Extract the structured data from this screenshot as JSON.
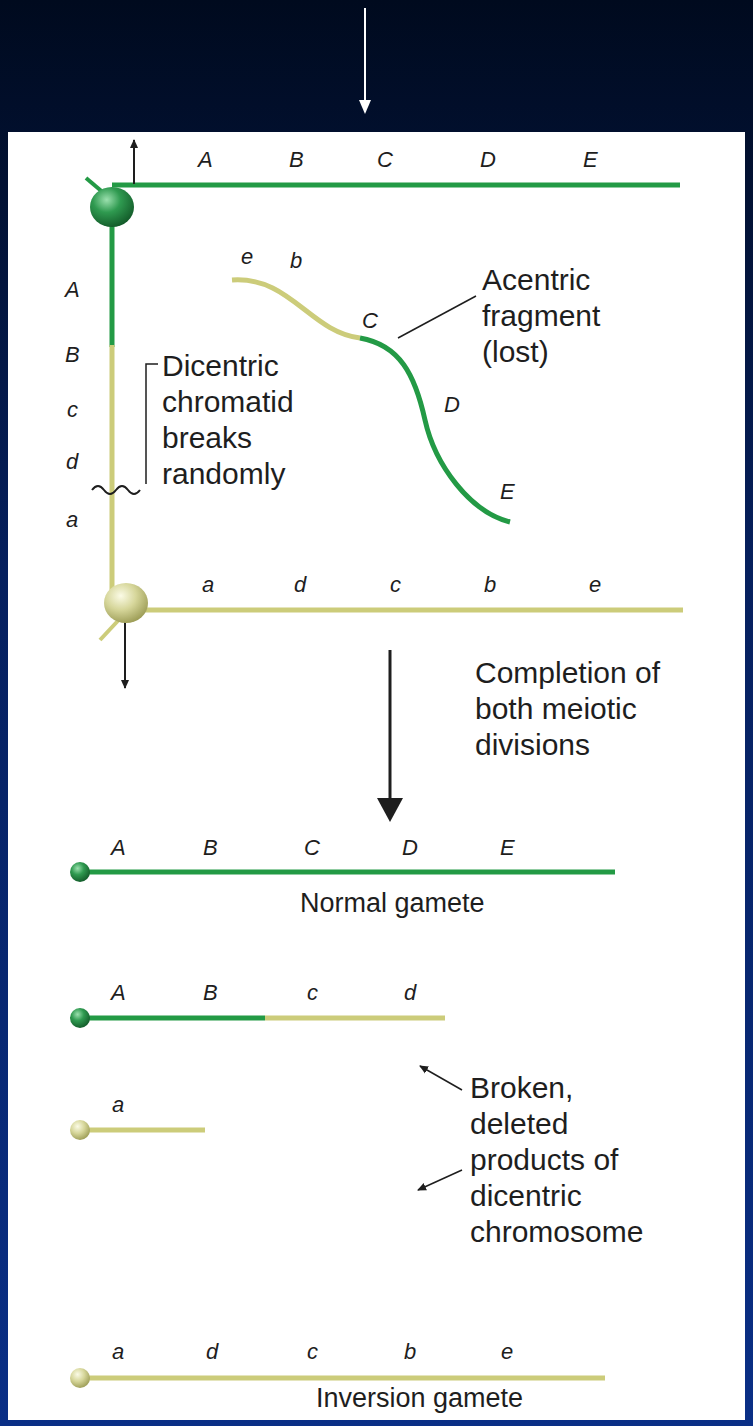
{
  "diagram": {
    "labels": [
      "A",
      "B",
      "C",
      "D",
      "E",
      "e",
      "b",
      "C",
      "D",
      "E",
      "Acentric fragment (lost)",
      "A",
      "B",
      "c",
      "d",
      "a",
      "Dicentric chromatid breaks randomly",
      "a",
      "d",
      "c",
      "b",
      "e",
      "Completion of both meiotic divisions",
      "A",
      "B",
      "C",
      "D",
      "E",
      "Normal gamete",
      "A",
      "B",
      "c",
      "d",
      "Broken, deleted products of dicentric chromosome",
      "a",
      "a",
      "d",
      "c",
      "b",
      "e",
      "Inversion gamete"
    ]
  }
}
